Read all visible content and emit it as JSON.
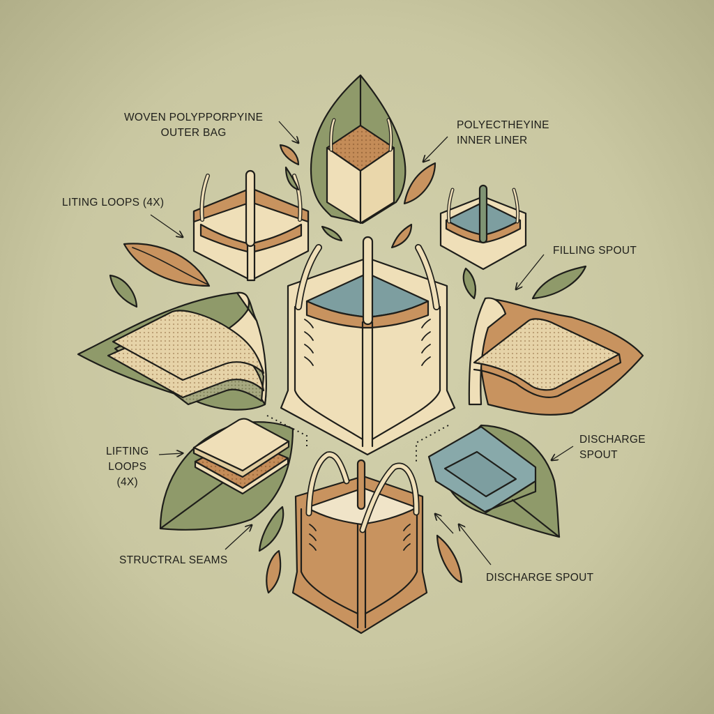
{
  "diagram": {
    "subject": "Bulk bag (FIBC) exploded components illustration",
    "colors": {
      "background": "#cfcda6",
      "outline": "#1e1e1a",
      "cream": "#efdfb8",
      "tan": "#c8935f",
      "leaf_green": "#8f9a6a",
      "liner_blue": "#7d9ea0"
    },
    "labels": [
      {
        "id": "outer-bag",
        "line1": "WOVEN POLYPPORPYINE",
        "line2": "OUTER BAG"
      },
      {
        "id": "inner-liner",
        "line1": "POLYECTHEYINE",
        "line2": "INNER LINER"
      },
      {
        "id": "liting-loops",
        "line1": "LITING LOOPS (4x)"
      },
      {
        "id": "filling-spout",
        "line1": "FILLING SPOUT"
      },
      {
        "id": "lifting-loops",
        "line1": "LIFTING",
        "line2": "LOOPS",
        "line3": "(4x)"
      },
      {
        "id": "discharge-spout-right",
        "line1": "DISCHARGE",
        "line2": "SPOUT"
      },
      {
        "id": "structural-seams",
        "line1": "STRUCTRAL SEAMS"
      },
      {
        "id": "discharge-spout-bottom",
        "line1": "DISCHARGE SPOUT"
      }
    ],
    "components": [
      {
        "id": "top-bag-in-leaf",
        "fill": "tan-dotted"
      },
      {
        "id": "upper-left-open-bag"
      },
      {
        "id": "upper-right-liner-bag"
      },
      {
        "id": "central-bag",
        "liner": "blue"
      },
      {
        "id": "left-folded-fabric"
      },
      {
        "id": "right-folded-fabric"
      },
      {
        "id": "left-layer-panels"
      },
      {
        "id": "right-blue-tray"
      },
      {
        "id": "bottom-tan-bag"
      }
    ]
  }
}
